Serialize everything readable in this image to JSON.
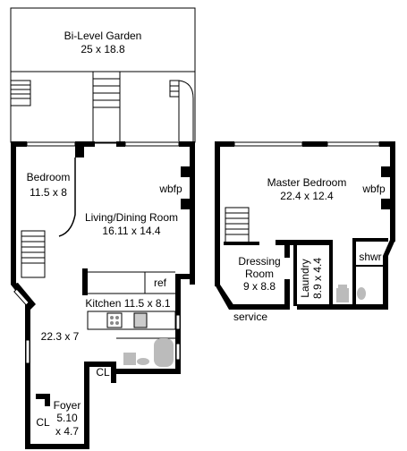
{
  "garden": {
    "name": "Bi-Level Garden",
    "dims": "25 x 18.8"
  },
  "left_unit": {
    "bedroom": {
      "name": "Bedroom",
      "dims": "11.5 x 8"
    },
    "living": {
      "name": "Living/Dining Room",
      "dims": "16.11 x 14.4",
      "fireplace": "wbfp"
    },
    "kitchen": {
      "label": "Kitchen 11.5 x 8.1",
      "ref": "ref"
    },
    "hall": {
      "dims": "22.3 x 7"
    },
    "closet_1": "CL",
    "foyer": {
      "name": "Foyer",
      "dims_1": "5.10",
      "dims_2": "x 4.7"
    },
    "closet_2": "CL"
  },
  "right_unit": {
    "master": {
      "name": "Master Bedroom",
      "dims": "22.4 x 12.4",
      "fireplace": "wbfp"
    },
    "dressing": {
      "name_1": "Dressing",
      "name_2": "Room",
      "dims": "9 x 8.8"
    },
    "laundry": {
      "name": "Laundry",
      "dims": "8.9 x 4.4"
    },
    "shower": "shwr",
    "service": "service"
  }
}
